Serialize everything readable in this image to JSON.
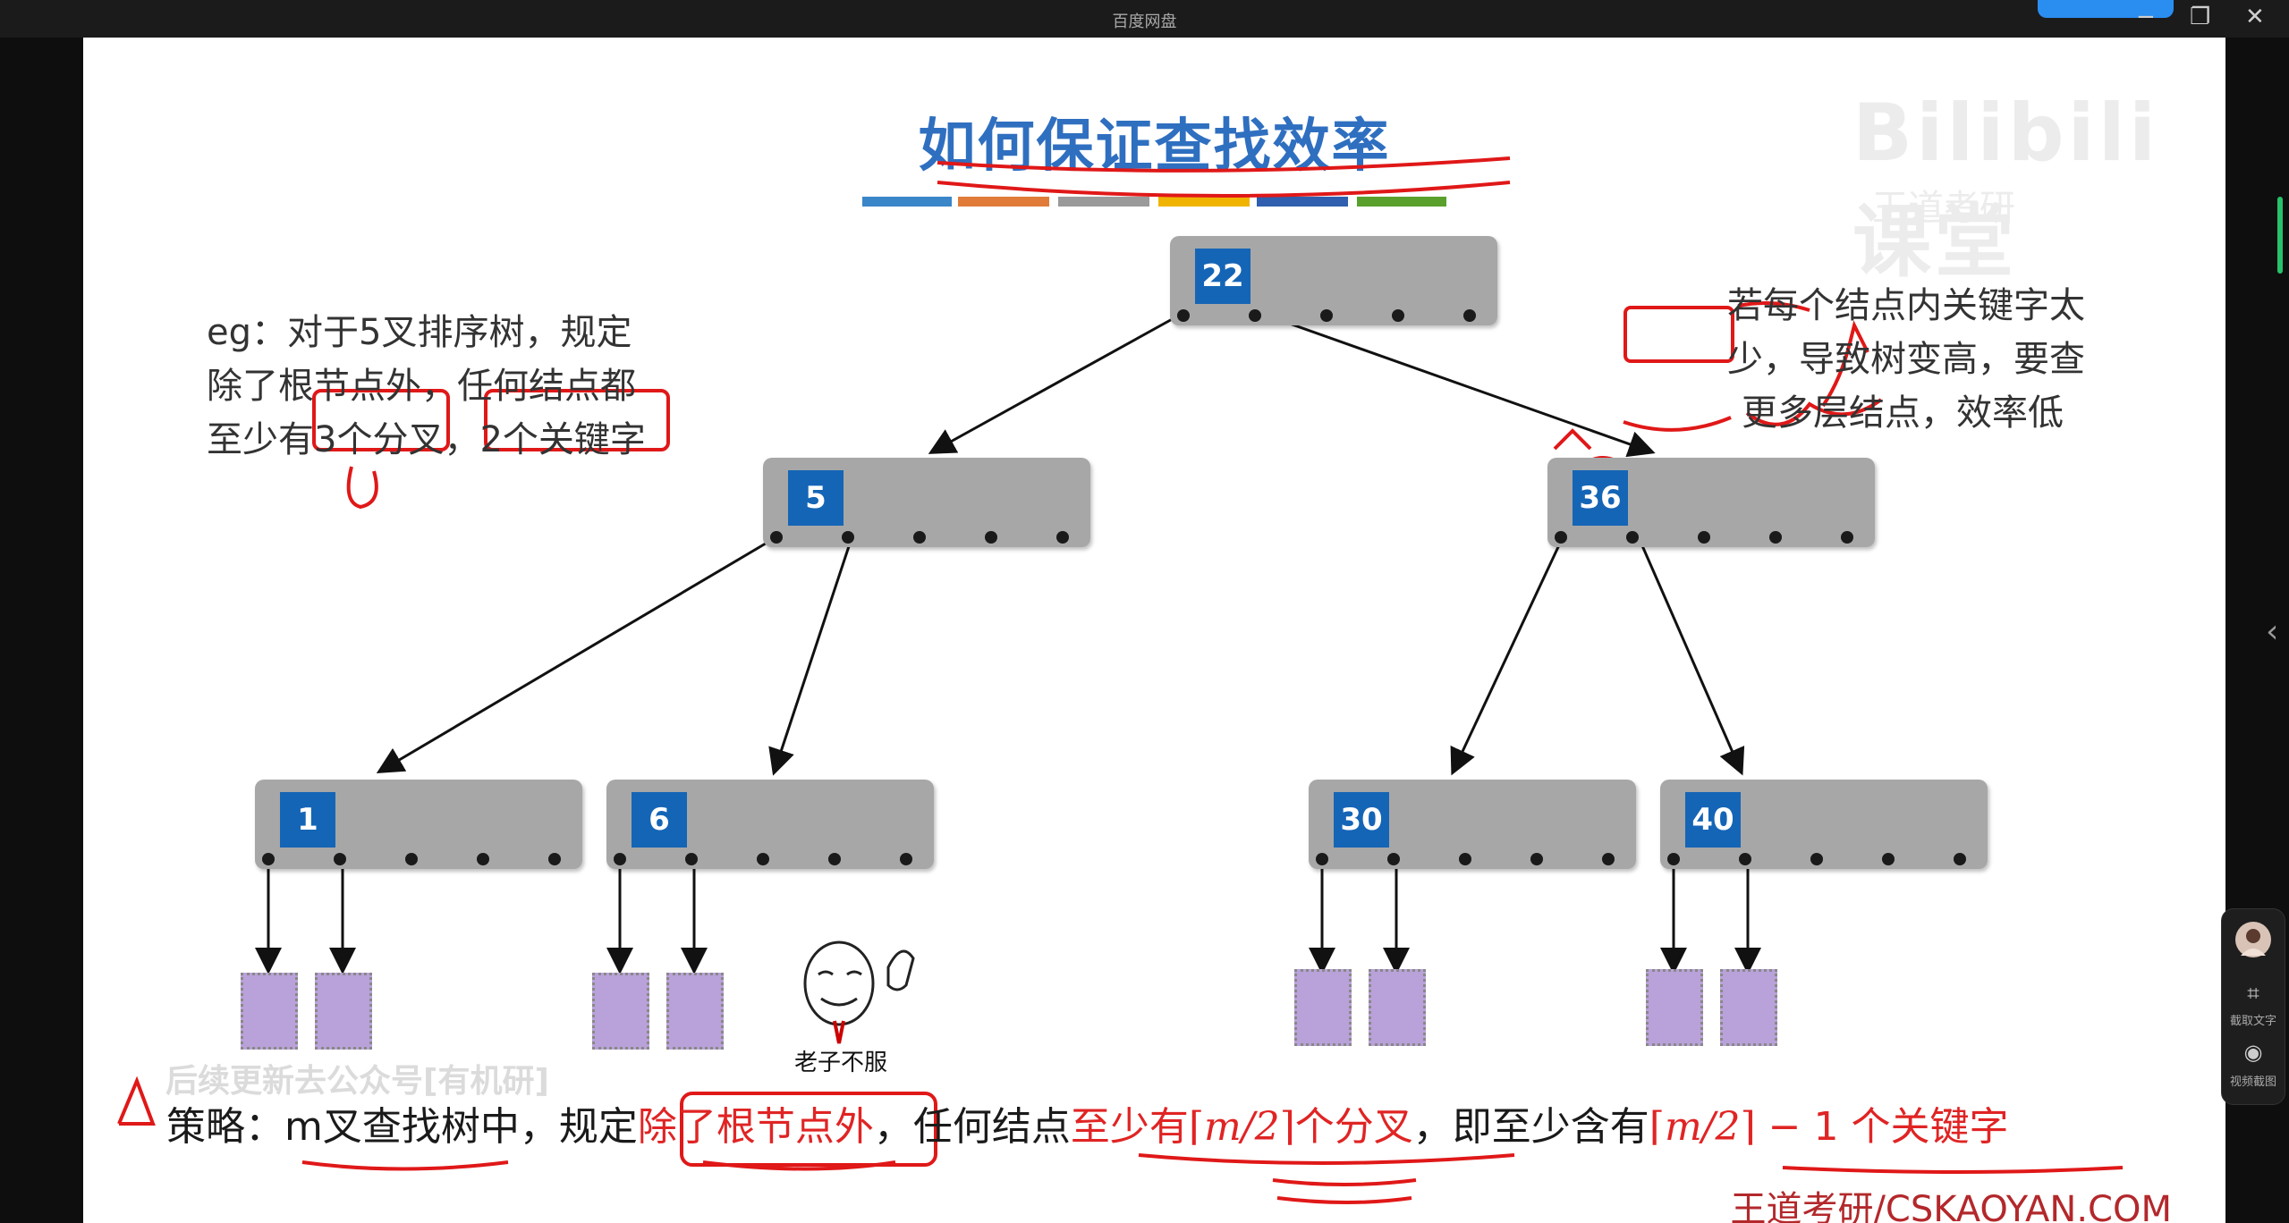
{
  "window": {
    "app_title": "百度网盘",
    "controls": [
      "minimize",
      "restore",
      "close"
    ]
  },
  "slide": {
    "title": "如何保证查找效率",
    "title_color": "#2f6fc0",
    "color_bar": [
      "#3a86c8",
      "#e07b39",
      "#9a9a9a",
      "#f0b400",
      "#2f5fae",
      "#5aa02c"
    ],
    "left_note": [
      "eg：对于5叉排序树，规定",
      "除了根节点外，任何结点都",
      "至少有3个分叉，2个关键字"
    ],
    "right_note": [
      "若每个结点内关键字太",
      "少，导致树变高，要查",
      "更多层结点，效率低"
    ],
    "tree": {
      "root": "22",
      "level1": [
        "5",
        "36"
      ],
      "level2": [
        "1",
        "6",
        "30",
        "40"
      ]
    },
    "meme_label": "老子不服",
    "overlay_text": "后续更新去公众号[有机研]",
    "strategy": {
      "prefix": "策略：m叉查找树中，规定",
      "red1": "除了根节点外",
      "mid": "，任何结点",
      "red2": "至少有",
      "ceil1": "m/2",
      "red3": "个分叉",
      "mid2": "，即至少含有",
      "ceil2": "m/2",
      "suffix": " − 1 个关键字"
    },
    "brand": "王道考研/CSKAOYAN.COM",
    "watermark_logo": "Bilibili课堂",
    "watermark_sub": "王道考研"
  },
  "side_panel": {
    "items": [
      {
        "icon": "avatar",
        "label": ""
      },
      {
        "icon": "text-capture-icon",
        "label": "截取文字"
      },
      {
        "icon": "camera-icon",
        "label": "视频截图"
      }
    ]
  }
}
